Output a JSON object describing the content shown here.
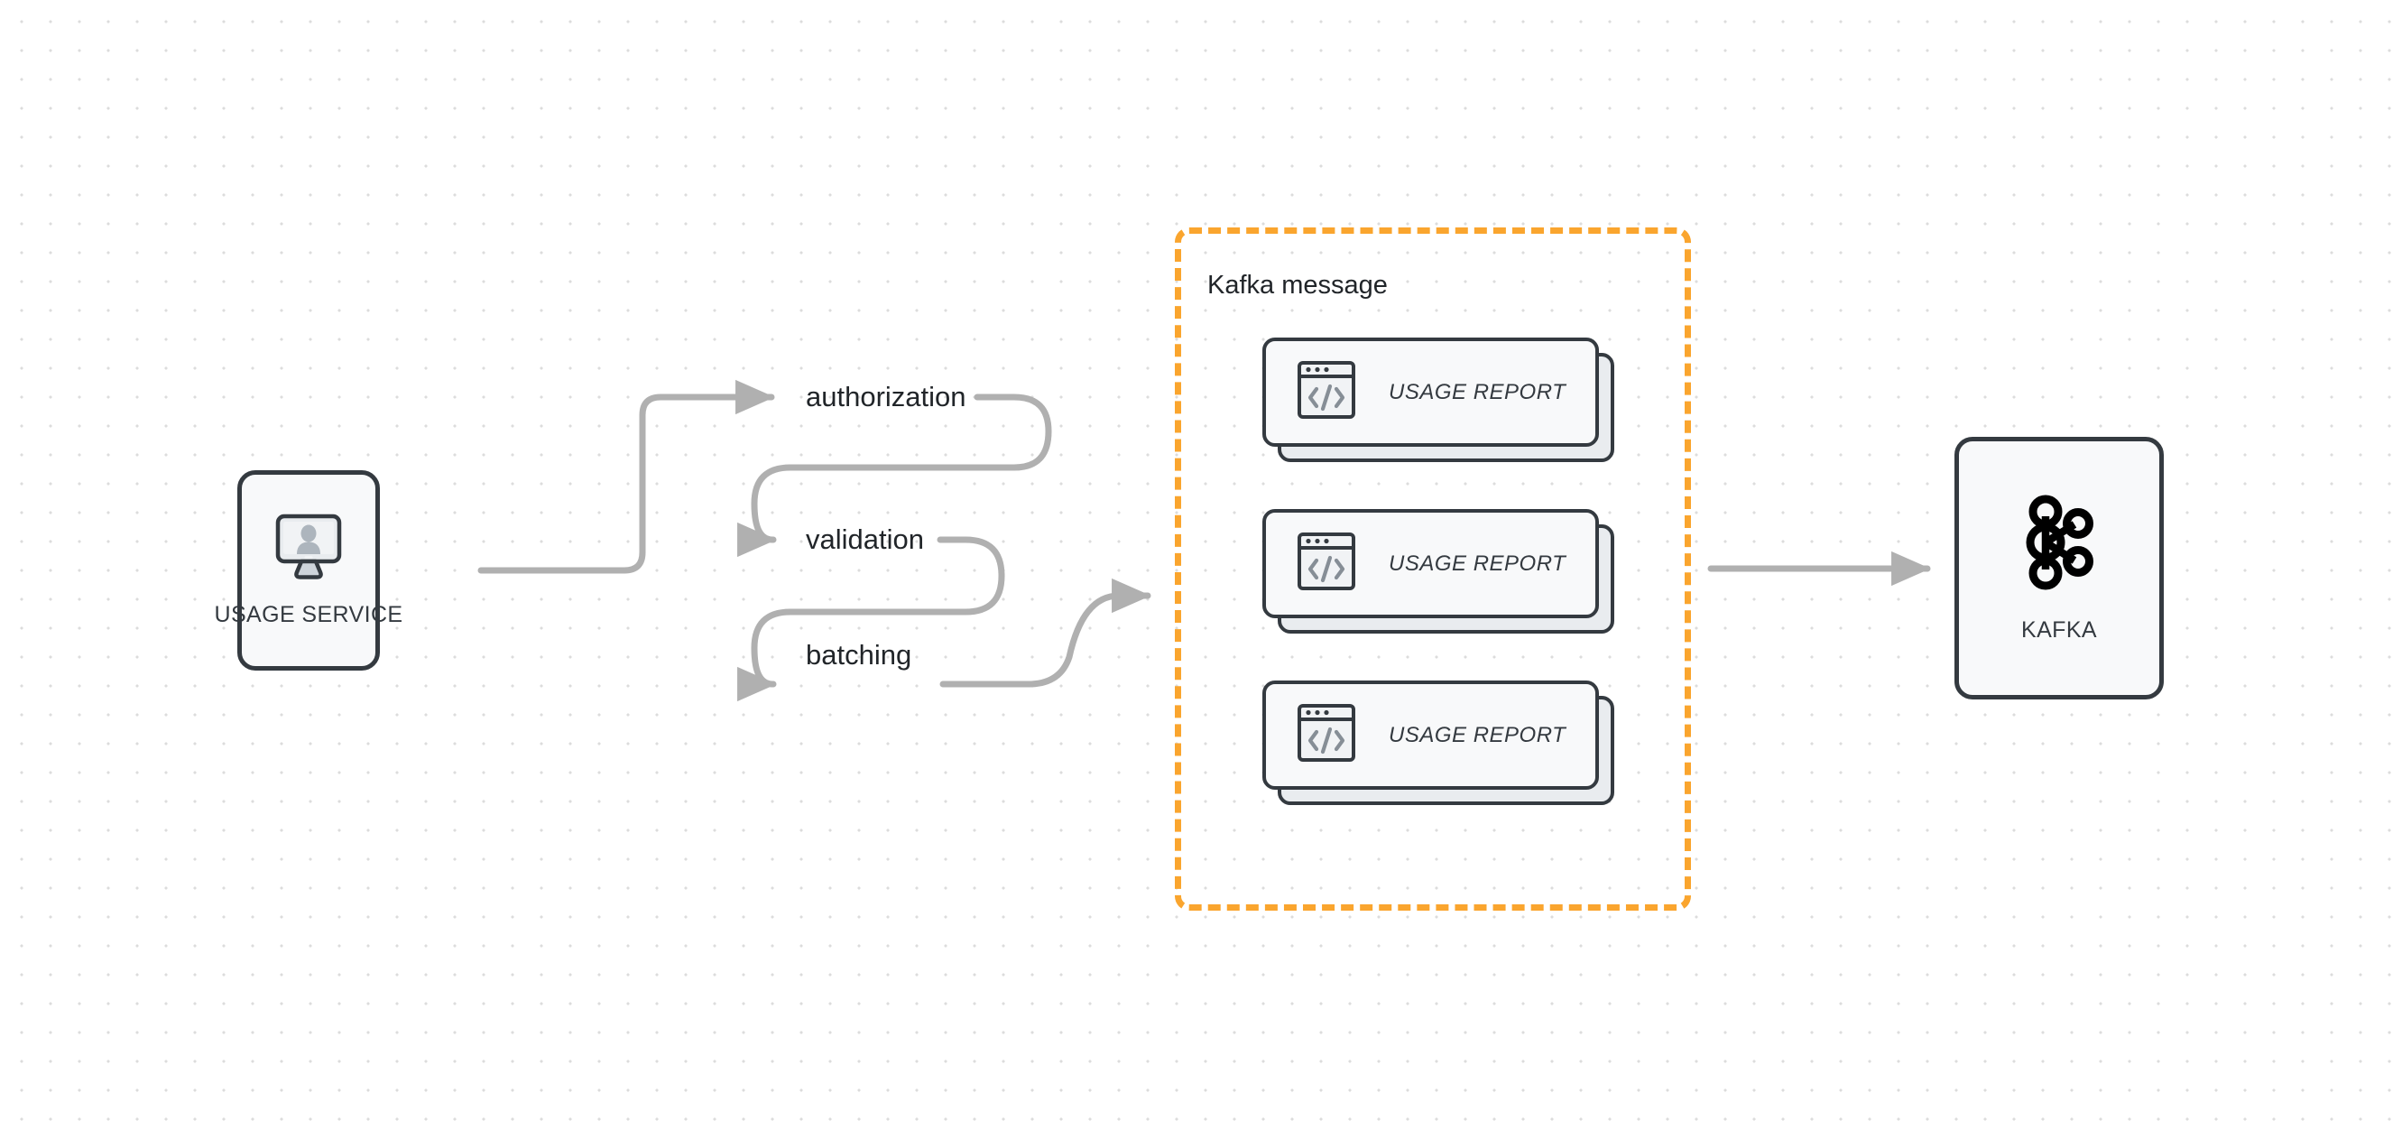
{
  "diagram": {
    "title": "Usage Service to Kafka message pipeline",
    "background": {
      "color": "#ffffff",
      "dot_color": "#dcdcdc",
      "dot_spacing": 32
    },
    "colors": {
      "node_border": "#343a40",
      "node_fill": "#f8f9fa",
      "edge": "#b0b0b0",
      "group_accent": "#faa52e",
      "text": "#212529",
      "card_shadow_fill": "#e9ecef"
    }
  },
  "nodes": {
    "usage_service": {
      "label": "USAGE SERVICE",
      "icon": "monitor-user-icon"
    },
    "kafka": {
      "label": "KAFKA",
      "icon": "kafka-logo-icon"
    }
  },
  "steps": [
    {
      "label": "authorization"
    },
    {
      "label": "validation"
    },
    {
      "label": "batching"
    }
  ],
  "group": {
    "title": "Kafka message",
    "border_style": "dashed",
    "border_color": "#faa52e",
    "cards": [
      {
        "label": "USAGE REPORT",
        "icon": "code-window-icon"
      },
      {
        "label": "USAGE REPORT",
        "icon": "code-window-icon"
      },
      {
        "label": "USAGE REPORT",
        "icon": "code-window-icon"
      }
    ]
  },
  "edges": [
    {
      "from": "usage_service",
      "to": "authorization",
      "style": "orthogonal-rounded-arrow"
    },
    {
      "from": "authorization",
      "to": "validation",
      "style": "serpentine-u-turn-arrow"
    },
    {
      "from": "validation",
      "to": "batching",
      "style": "serpentine-u-turn-arrow"
    },
    {
      "from": "batching",
      "to": "kafka_message_group",
      "style": "s-curve-arrow"
    },
    {
      "from": "kafka_message_group",
      "to": "kafka",
      "style": "straight-arrow"
    }
  ]
}
